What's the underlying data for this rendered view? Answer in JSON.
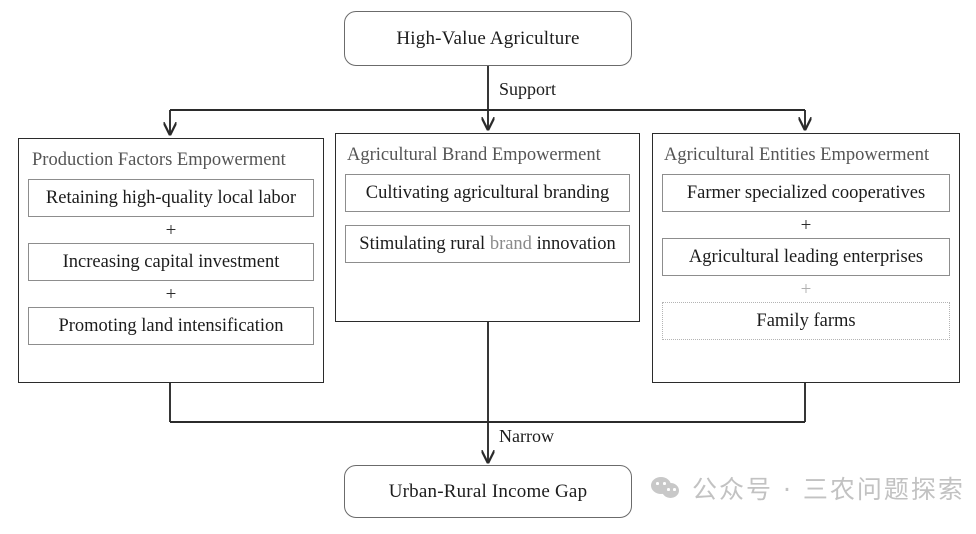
{
  "diagram": {
    "top": {
      "label": "High-Value Agriculture"
    },
    "bottom": {
      "label": "Urban-Rural Income Gap"
    },
    "edges": {
      "support": "Support",
      "narrow": "Narrow"
    },
    "pillars": [
      {
        "title": "Production Factors Empowerment",
        "items": [
          {
            "text": "Retaining high-quality local labor",
            "style": "solid"
          },
          {
            "text": "Increasing capital investment",
            "style": "solid"
          },
          {
            "text": "Promoting land intensification",
            "style": "solid"
          }
        ],
        "separators": [
          "+",
          "+"
        ]
      },
      {
        "title": "Agricultural Brand Empowerment",
        "items": [
          {
            "text": "Cultivating agricultural branding",
            "style": "solid"
          },
          {
            "text_parts": [
              "Stimulating rural ",
              "brand",
              " innovation"
            ],
            "style": "solid"
          }
        ],
        "separators": []
      },
      {
        "title": "Agricultural Entities Empowerment",
        "items": [
          {
            "text": "Farmer specialized cooperatives",
            "style": "solid"
          },
          {
            "text": "Agricultural leading enterprises",
            "style": "solid"
          },
          {
            "text": "Family farms",
            "style": "dotted"
          }
        ],
        "separators": [
          "+",
          "+"
        ]
      }
    ]
  },
  "watermark": {
    "text": "公众号 · 三农问题探索",
    "icon": "wechat-icon"
  },
  "colors": {
    "line": "#2b2b2b",
    "pillar_border": "#2b2b2b",
    "item_border": "#8d8d8d",
    "dotted_border": "#b4b4b4",
    "title_text": "#555555",
    "body_text": "#1c1c1c",
    "muted_text": "#8a8a8a",
    "watermark": "#c2c2c2",
    "background": "#ffffff"
  }
}
